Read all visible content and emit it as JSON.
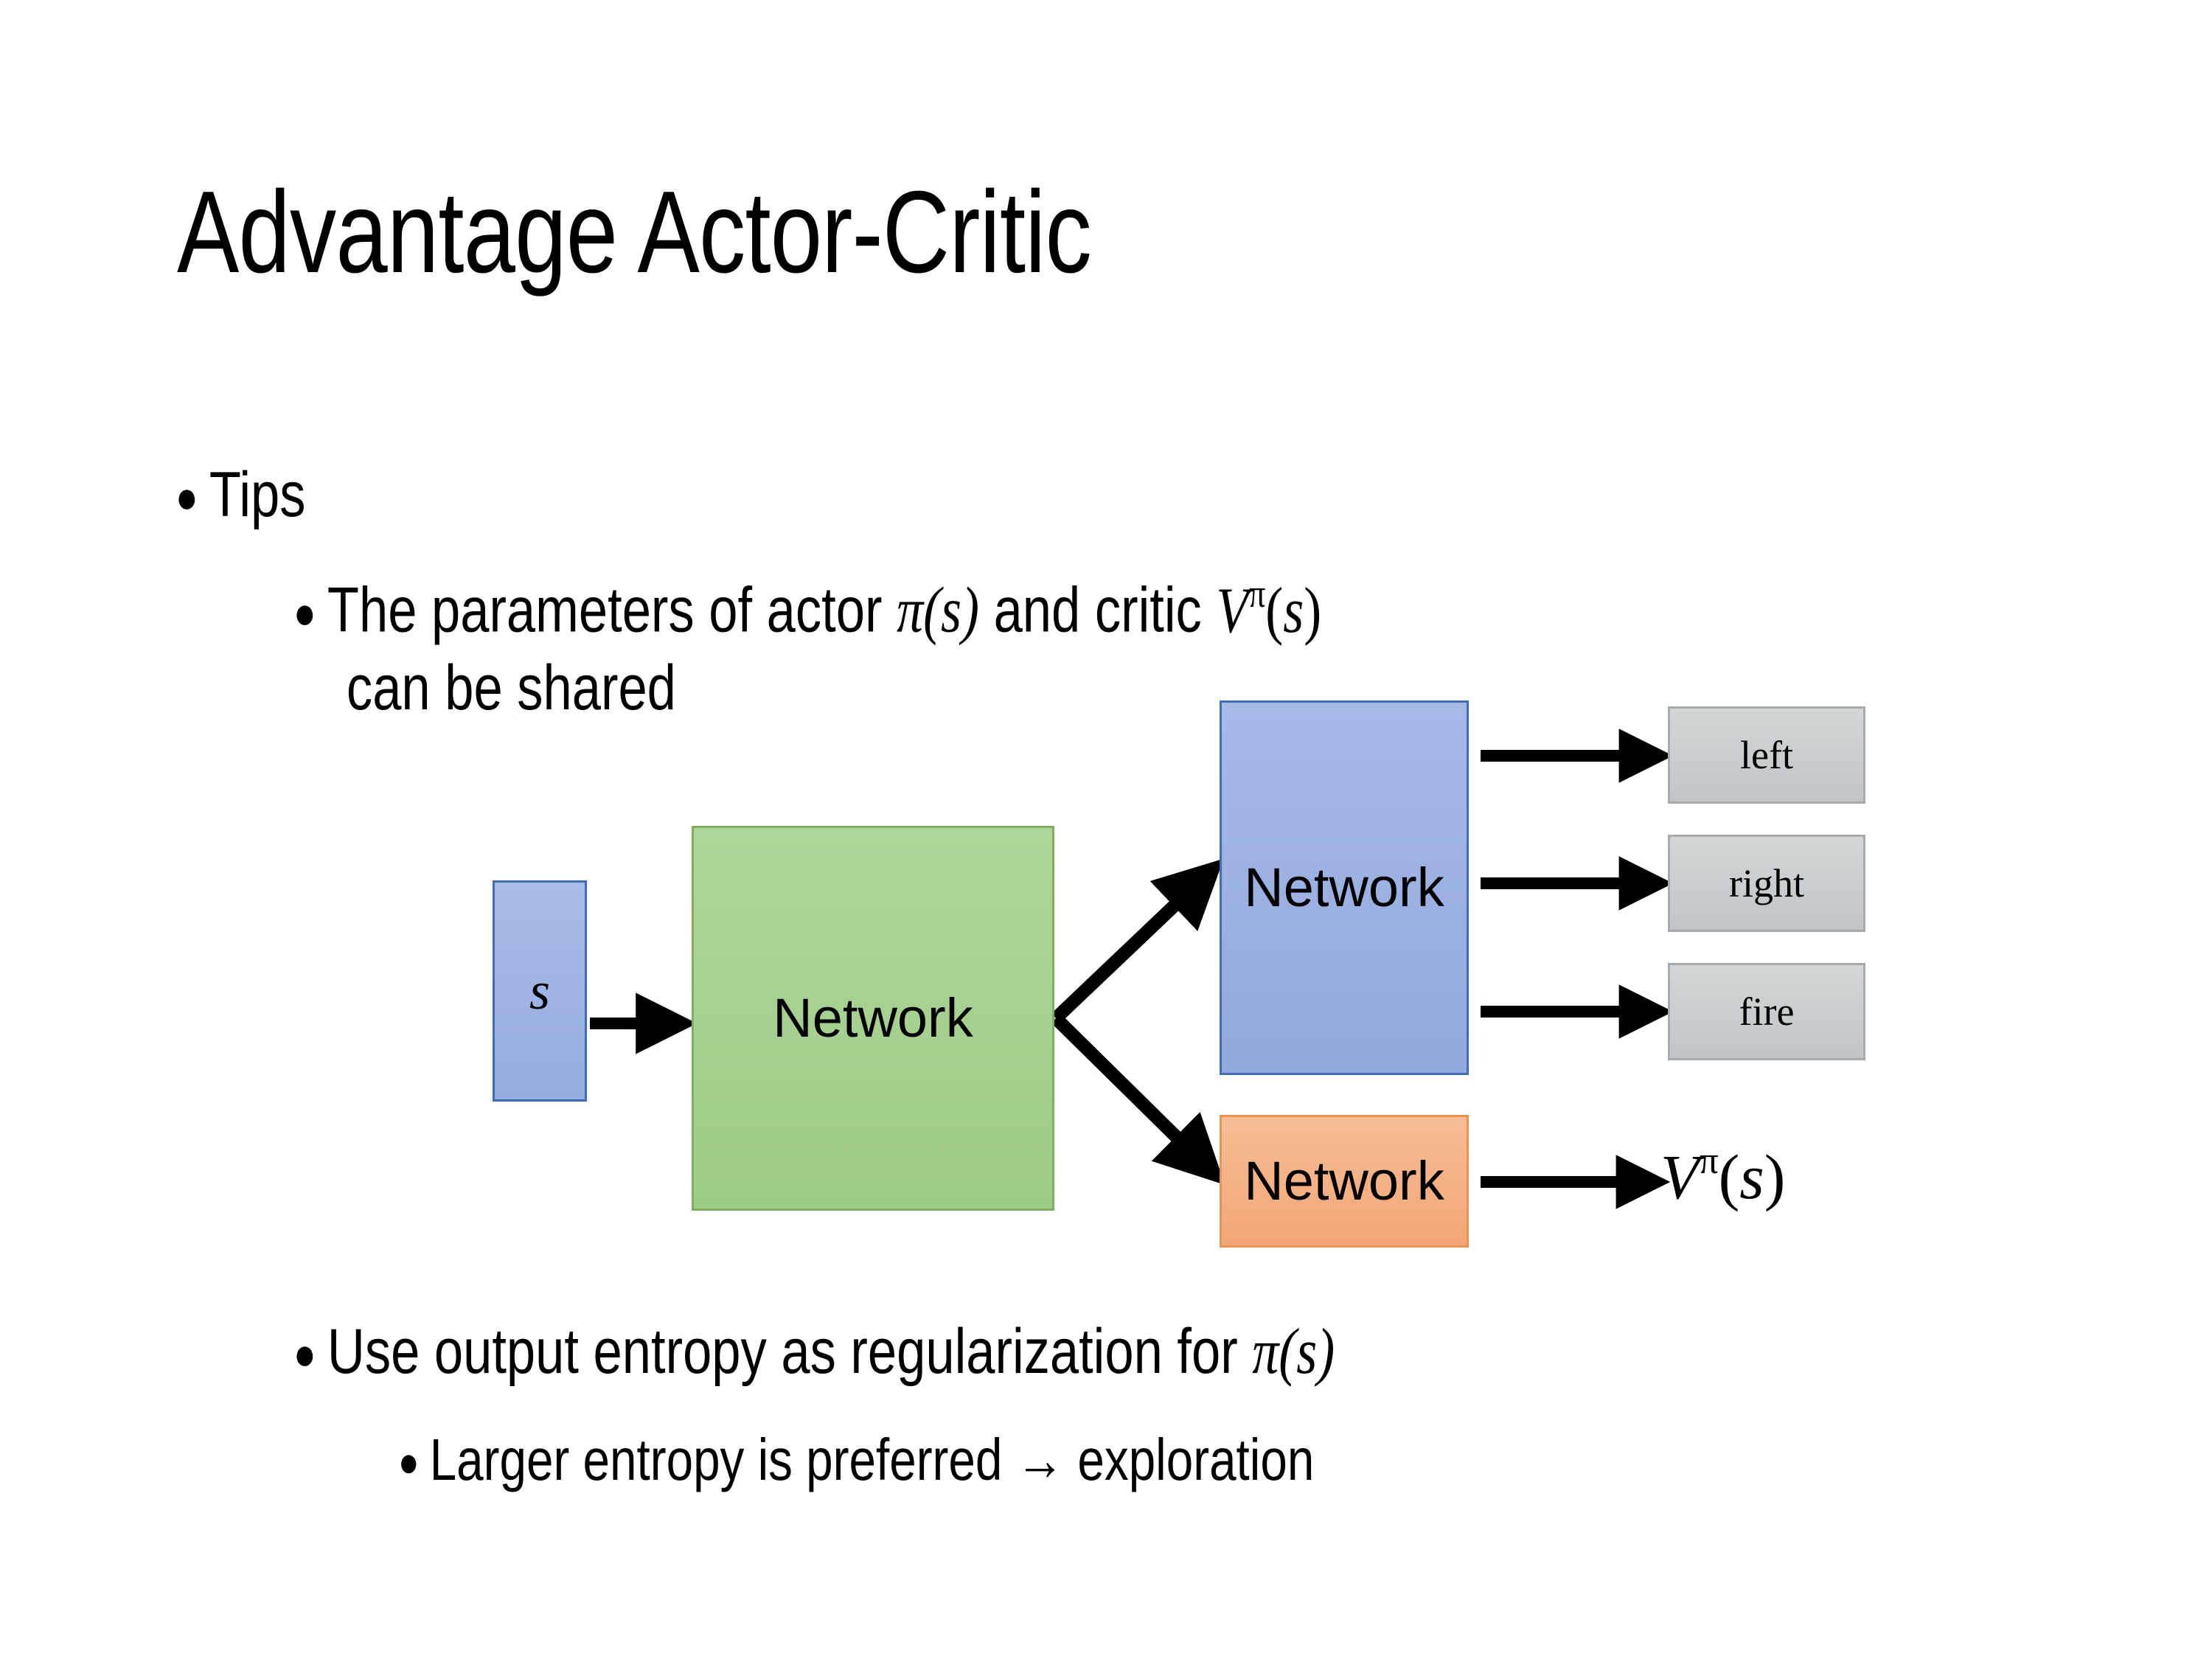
{
  "slide": {
    "title": "Advantage Actor-Critic",
    "background": "#ffffff"
  },
  "bullets": {
    "tips": "Tips",
    "params_line1_pre": "The parameters of actor ",
    "params_math_actor": "π(s)",
    "params_line1_mid": "  and critic ",
    "params_math_critic": "Vπ(s)",
    "params_line2": "can be shared",
    "entropy_pre": "Use output entropy as regularization for ",
    "entropy_math": "π(s)",
    "larger": "Larger entropy is preferred → exploration"
  },
  "diagram": {
    "state_label": "s",
    "shared_network_label": "Network",
    "actor_network_label": "Network",
    "critic_network_label": "Network",
    "outputs": [
      {
        "label": "left"
      },
      {
        "label": "right"
      },
      {
        "label": "fire"
      }
    ],
    "critic_output_base": "V",
    "critic_output_sup": "π",
    "critic_output_arg": "(s)",
    "colors": {
      "state_fill": "#9cb3e0",
      "state_border": "#3f6cb5",
      "shared_fill": "#a8d08d",
      "shared_border": "#7fae62",
      "actor_fill": "#9cb3e0",
      "actor_border": "#3f6cb5",
      "critic_fill": "#f4b183",
      "critic_border": "#e89455",
      "output_fill": "#c9cccd",
      "output_border": "#a7aaac",
      "arrow": "#000000"
    }
  }
}
